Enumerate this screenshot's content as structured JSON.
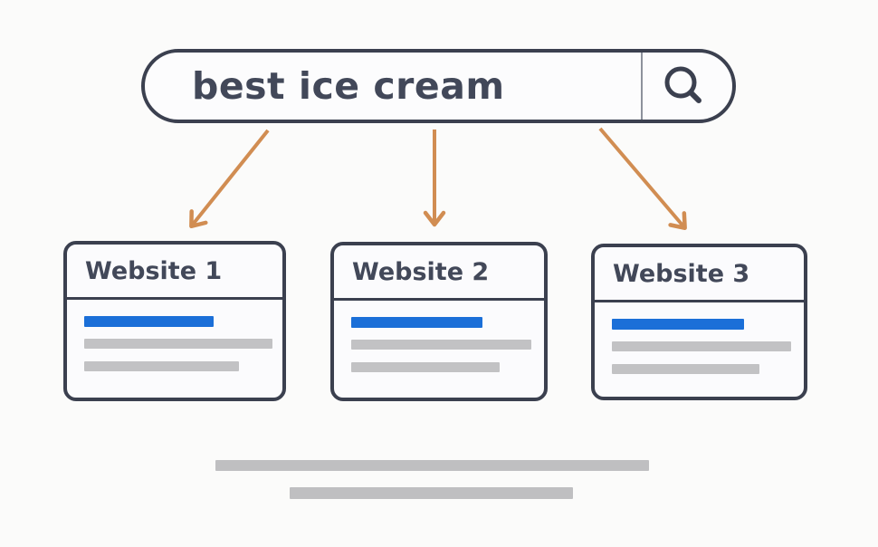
{
  "illustration": {
    "background": "#fbfbfa",
    "outline_color": "#3b404f",
    "text_color": "#424859",
    "arrow_color": "#d18d52",
    "link_blue": "#1b6fd8",
    "skeleton_gray": "#c2c2c4"
  },
  "search_bar": {
    "query": "best ice cream",
    "icon": "search-icon"
  },
  "cards": [
    {
      "title": "Website 1",
      "bars": {
        "link": "width:143px",
        "line1": "width:208px",
        "line2": "width:171px"
      }
    },
    {
      "title": "Website 2",
      "bars": {
        "link": "width:145px",
        "line1": "width:199px",
        "line2": "width:164px"
      }
    },
    {
      "title": "Website 3",
      "bars": {
        "link": "width:146px",
        "line1": "width:198px",
        "line2": "width:163px"
      }
    }
  ],
  "footer": {
    "line1": "width:479px",
    "line2": "width:313px"
  }
}
